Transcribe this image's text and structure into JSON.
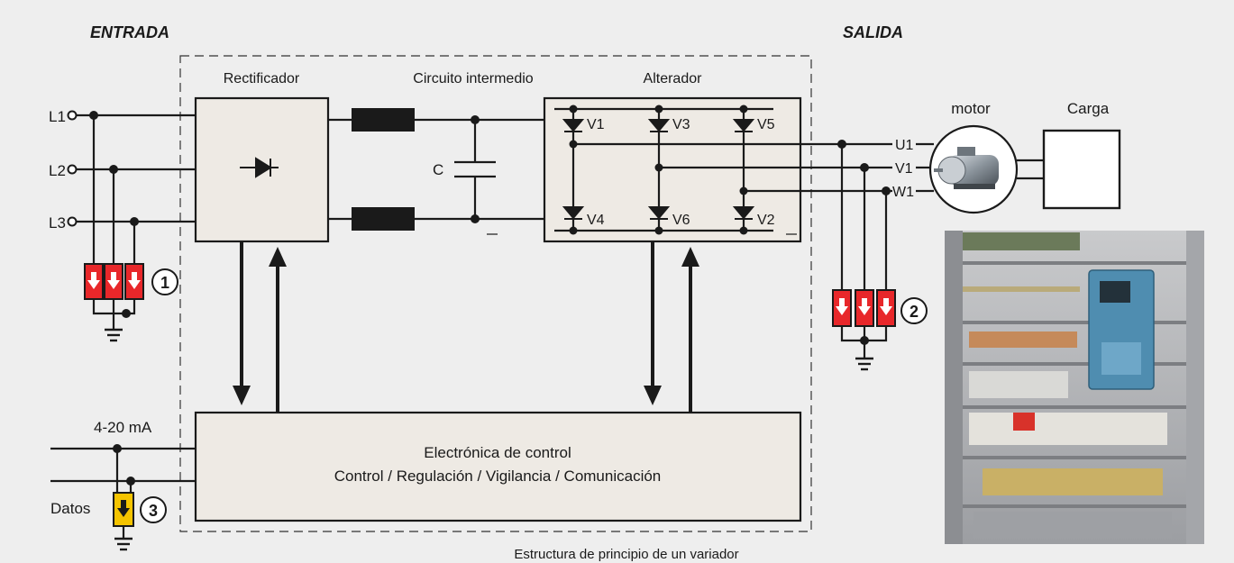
{
  "headings": {
    "input": "ENTRADA",
    "output": "SALIDA"
  },
  "blocks": {
    "rectifier": "Rectificador",
    "dc_link": "Circuito intermedio",
    "inverter": "Alterador",
    "motor": "motor",
    "load": "Carga",
    "control_line1": "Electrónica de control",
    "control_line2": "Control / Regulación / Vigilancia / Comunicación"
  },
  "inputs": {
    "l1": "L1",
    "l2": "L2",
    "l3": "L3"
  },
  "outputs": {
    "u1": "U1",
    "v1": "V1",
    "w1": "W1"
  },
  "capacitor": "C",
  "valves": {
    "v1": "V1",
    "v3": "V3",
    "v5": "V5",
    "v4": "V4",
    "v6": "V6",
    "v2": "V2"
  },
  "signals": {
    "analog": "4-20 mA",
    "data": "Datos"
  },
  "markers": {
    "m1": "1",
    "m2": "2",
    "m3": "3"
  },
  "caption": "Estructura de principio de un variador",
  "colors": {
    "surge_red": "#e8272a",
    "surge_yellow": "#f5c400",
    "block_fill": "#eeeae4",
    "choke": "#1a1a1a"
  }
}
